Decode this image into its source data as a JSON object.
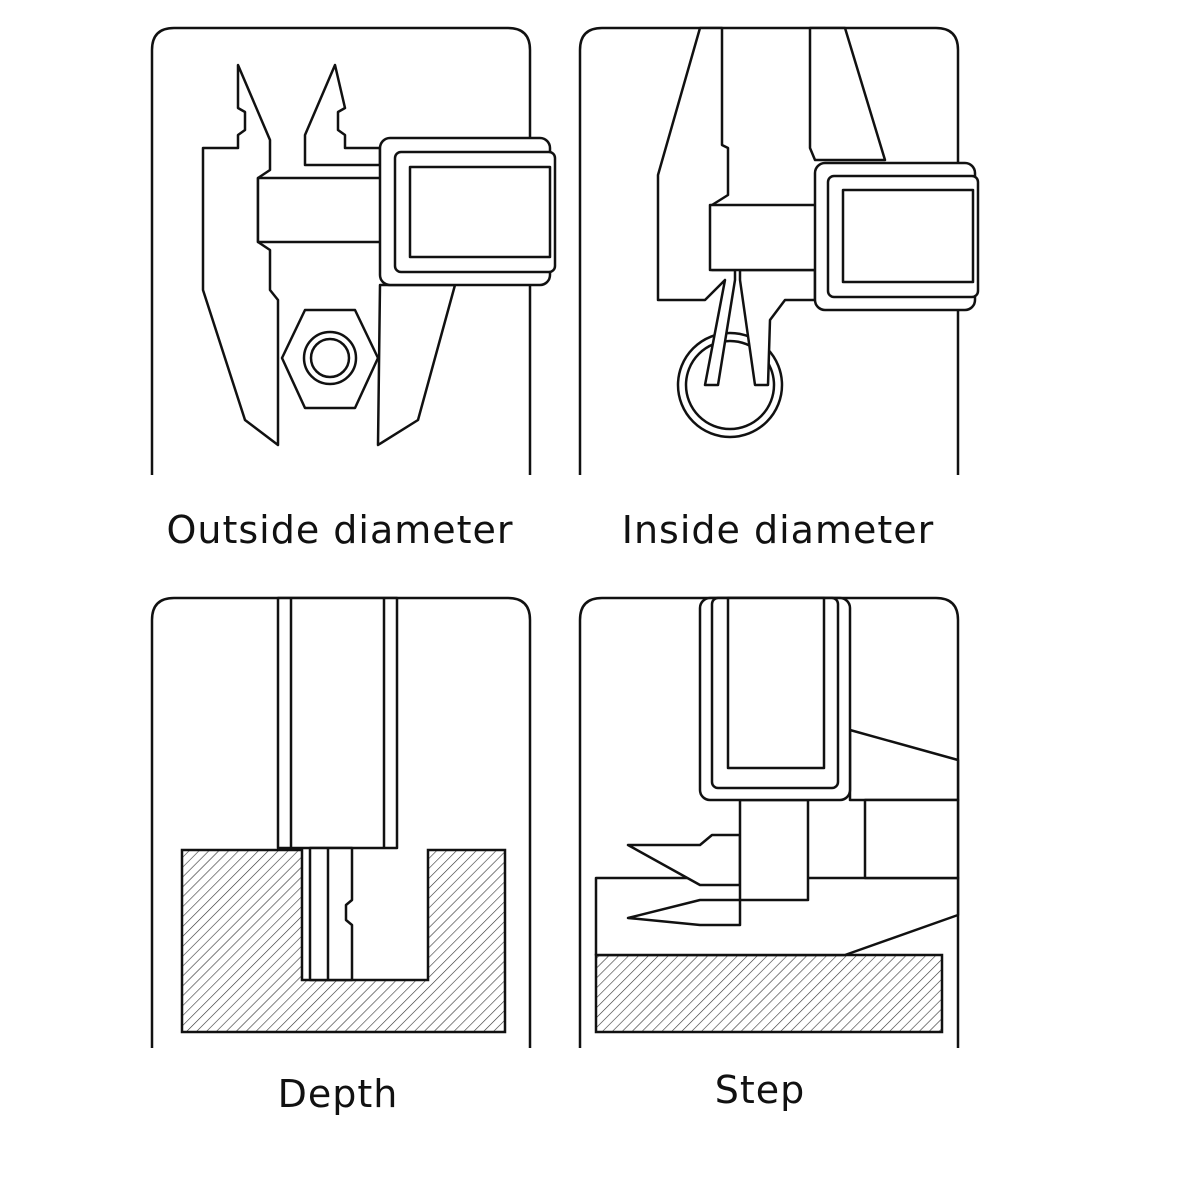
{
  "title": "Caliper measurement modes",
  "panels": [
    {
      "id": "outside",
      "label": "Outside diameter"
    },
    {
      "id": "inside",
      "label": "Inside diameter"
    },
    {
      "id": "depth",
      "label": "Depth"
    },
    {
      "id": "step",
      "label": "Step"
    }
  ],
  "colors": {
    "line": "#111111",
    "background": "#ffffff"
  }
}
